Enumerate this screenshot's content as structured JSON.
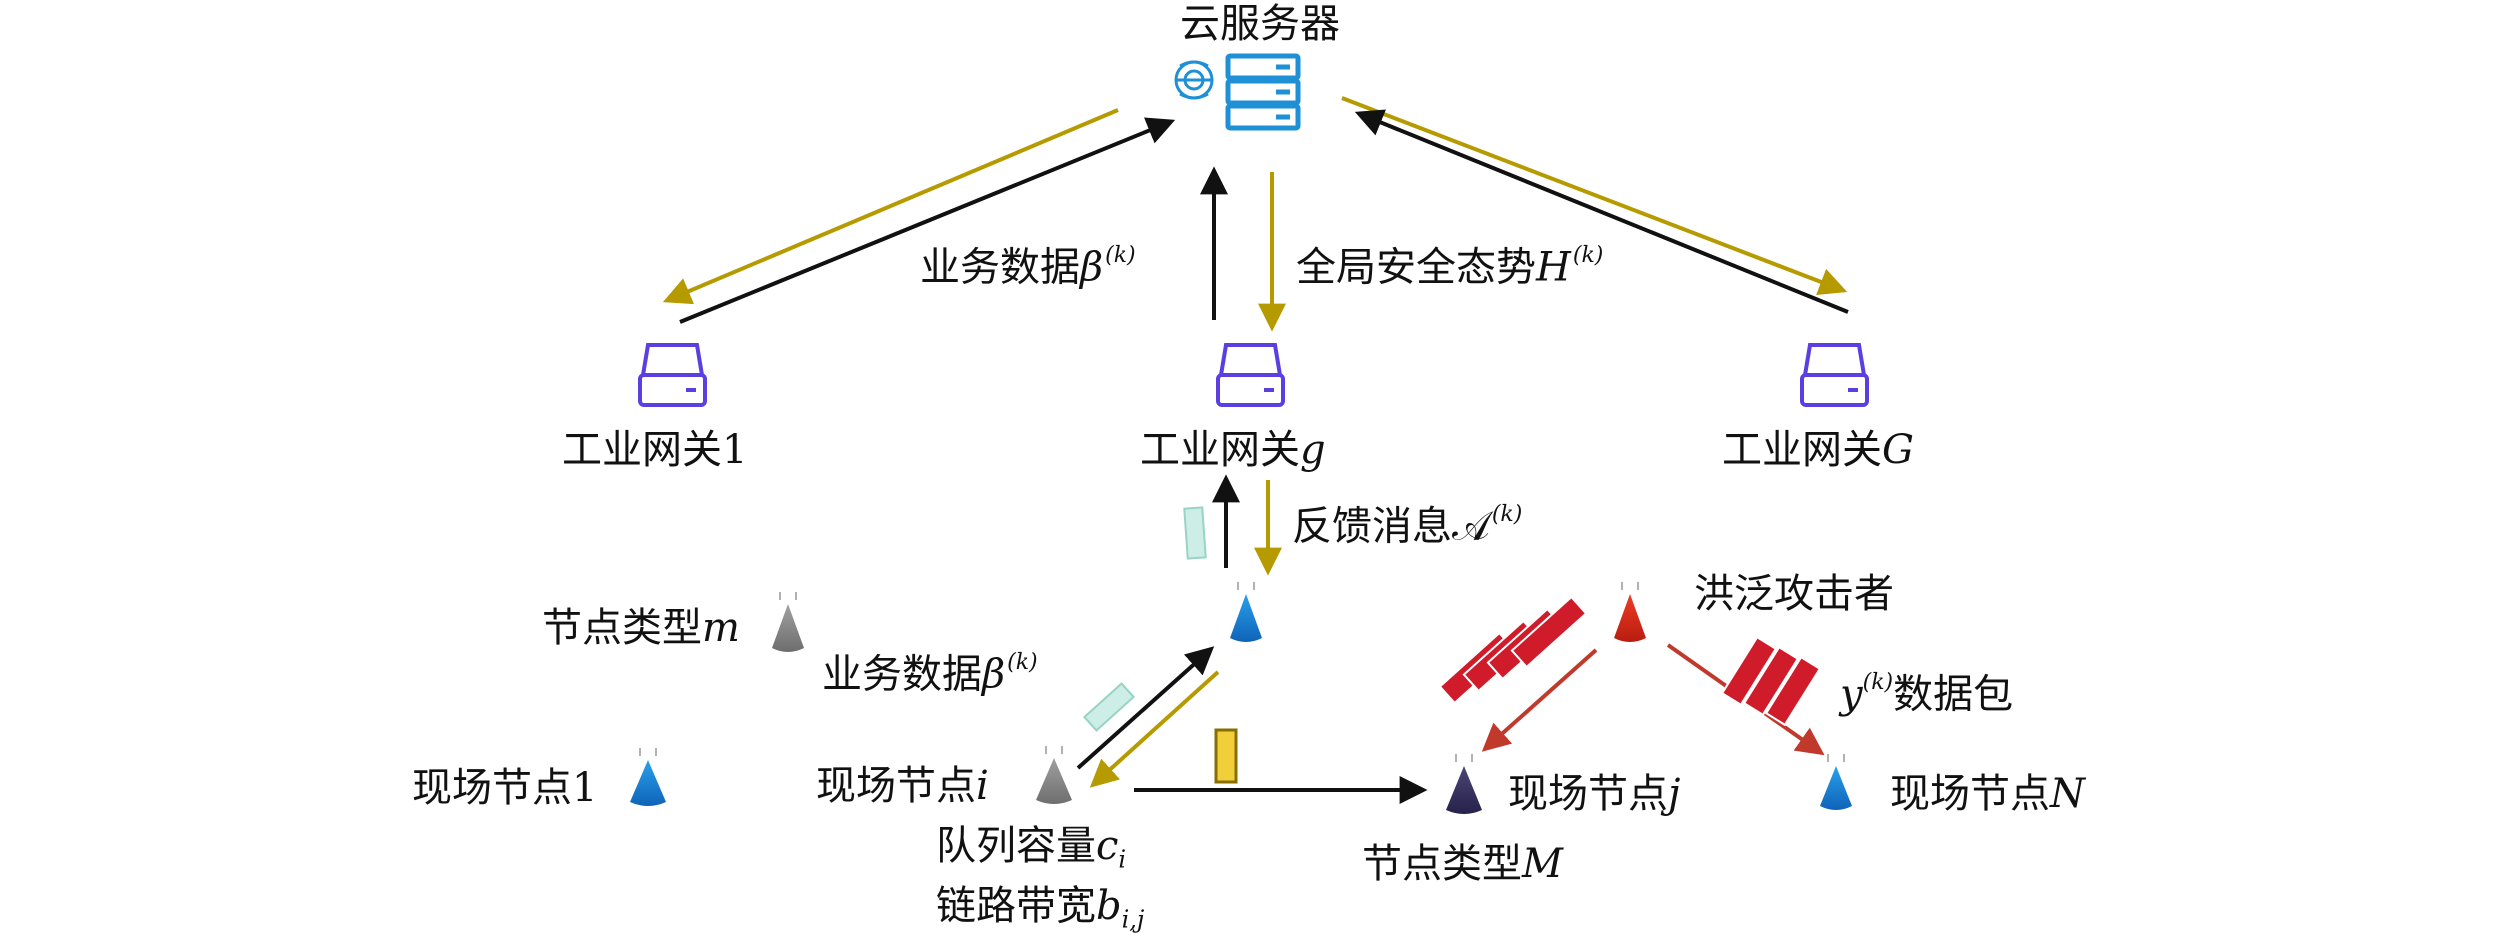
{
  "cloud_server": {
    "label": "云服务器"
  },
  "gateways": [
    {
      "id": "gw1",
      "label": "工业网关",
      "suffix": "1"
    },
    {
      "id": "gwg",
      "label": "工业网关",
      "suffix": "g"
    },
    {
      "id": "gwG",
      "label": "工业网关",
      "suffix": "G"
    }
  ],
  "edge_labels": {
    "business_data_top": {
      "text": "业务数据",
      "symbol": "β",
      "sup": "(k)"
    },
    "global_security": {
      "text": "全局安全态势",
      "symbol": "H",
      "sup": "(k)"
    },
    "feedback": {
      "text": "反馈消息",
      "symbol": "𝒜",
      "sup": "(k)"
    },
    "business_data_bottom": {
      "text": "业务数据",
      "symbol": "β",
      "sup": "(k)"
    },
    "packets": {
      "symbol": "y",
      "sup": "(k)",
      "text": "数据包"
    }
  },
  "nodes": {
    "node_type_m": {
      "text": "节点类型",
      "symbol": "m"
    },
    "field_node_1": {
      "text": "现场节点",
      "suffix": "1"
    },
    "field_node_i": {
      "text": "现场节点",
      "symbol": "i"
    },
    "field_node_j": {
      "text": "现场节点",
      "symbol": "j"
    },
    "field_node_N": {
      "text": "现场节点",
      "symbol": "N"
    },
    "node_type_M": {
      "text": "节点类型",
      "symbol": "M"
    },
    "flood_attacker": {
      "text": "洪泛攻击者"
    }
  },
  "node_i_attrs": {
    "queue_capacity": {
      "text": "队列容量",
      "symbol": "c",
      "sub": "i"
    },
    "link_bandwidth": {
      "text": "链路带宽",
      "symbol": "b",
      "sub": "i,j"
    }
  },
  "colors": {
    "black_arrow": "#111111",
    "gold_arrow": "#b59a00",
    "red_arrow": "#c0392b",
    "gateway_purple": "#5b3fe0",
    "server_blue": "#1f8fd6",
    "node_blue": "#1a7fd4",
    "node_gray": "#8a8a8a",
    "node_dark": "#3a3560",
    "attacker_red": "#d92a1a",
    "packet_red": "#d01c2a",
    "packet_teal": "#cdeee6",
    "packet_gold": "#f0cf3a"
  }
}
